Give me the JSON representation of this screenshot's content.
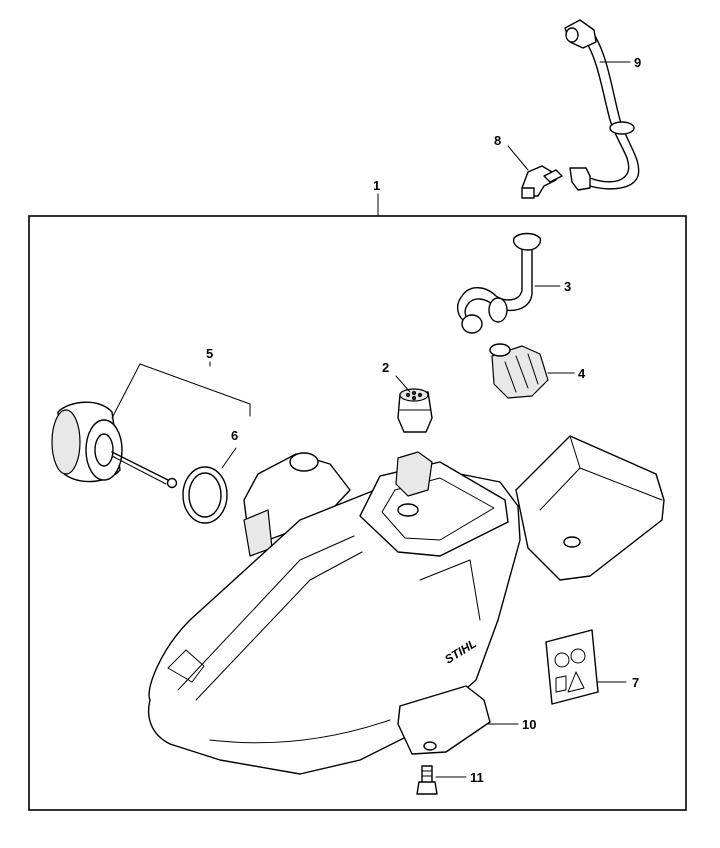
{
  "brand_text": "STIHL",
  "callouts": {
    "c1": "1",
    "c2": "2",
    "c3": "3",
    "c4": "4",
    "c5": "5",
    "c6": "6",
    "c7": "7",
    "c8": "8",
    "c9": "9",
    "c10": "10",
    "c11": "11"
  }
}
